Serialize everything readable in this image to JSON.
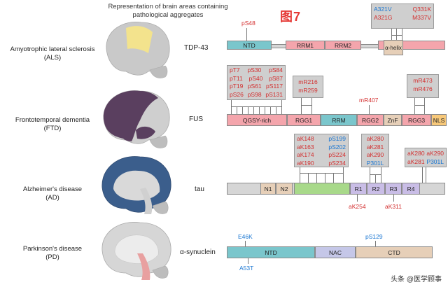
{
  "header": "Representation of brain areas containing pathological aggregates",
  "figure_tag": "图7",
  "watermark": "头条 @医学顾事",
  "rows": [
    {
      "disease": "Amyotrophic lateral sclerosis",
      "abbr": "(ALS)",
      "protein": "TDP-43",
      "domains": [
        "NTD",
        "RRM1",
        "RRM2",
        "α-helix"
      ],
      "ptms": {
        "ptm1": "pS48"
      },
      "box": {
        "left": [
          "A321V",
          "A321G"
        ],
        "right": [
          "Q331K",
          "M337V"
        ]
      }
    },
    {
      "disease": "Frontotemporal dementia",
      "abbr": "(FTD)",
      "protein": "FUS",
      "domains": [
        "QGSY-rich",
        "RGG1",
        "RRM",
        "RGG2",
        "ZnF",
        "RGG3",
        "NLS"
      ],
      "box_left": [
        "pT7",
        "pS30",
        "pS84",
        "pT11",
        "pS40",
        "pS87",
        "pT19",
        "pS61",
        "pS117",
        "pS26",
        "pS98",
        "pS131"
      ],
      "box_rgg1": [
        "mR216",
        "mR259"
      ],
      "ptm_rgg2": "mR407",
      "box_rgg3": [
        "mR473",
        "mR476"
      ]
    },
    {
      "disease": "Alzheimer's disease",
      "abbr": "(AD)",
      "protein": "tau",
      "domains": [
        "N1",
        "N2",
        "R1",
        "R2",
        "R3",
        "R4"
      ],
      "box_mid": {
        "left": [
          "aK148",
          "aK163",
          "aK174",
          "aK190"
        ],
        "right": [
          "pS199",
          "pS202",
          "pS224",
          "pS234"
        ]
      },
      "box_r2": [
        "aK280",
        "aK281",
        "aK290",
        "P301L"
      ],
      "box_right": {
        "left": [
          "aK280",
          "aK281"
        ],
        "right": [
          "aK290",
          "P301L"
        ]
      },
      "below": [
        "aK254",
        "aK311"
      ]
    },
    {
      "disease": "Parkinson's disease",
      "abbr": "(PD)",
      "protein": "α-synuclein",
      "domains": [
        "NTD",
        "NAC",
        "CTD"
      ],
      "above": [
        "E46K",
        "pS129"
      ],
      "below": [
        "A53T"
      ]
    }
  ],
  "colors": {
    "teal": "#7ac6cc",
    "pink": "#f4a5ac",
    "green": "#a8d98a",
    "purple": "#c9bde6",
    "lavender": "#c5c7e8",
    "tan": "#e6cfb8",
    "gray": "#d6d6d6",
    "orange": "#f7c879",
    "red": "#d32f2f",
    "blue": "#1976d2"
  }
}
